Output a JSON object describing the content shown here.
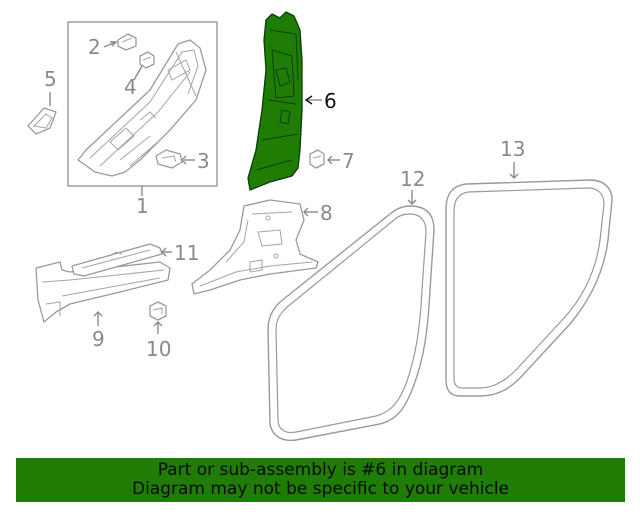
{
  "diagram": {
    "callouts": [
      "1",
      "2",
      "3",
      "4",
      "5",
      "6",
      "7",
      "8",
      "9",
      "10",
      "11",
      "12",
      "13"
    ],
    "highlighted_part": "6",
    "highlight_color": "#1f7d05",
    "line_color": "#9a9a9a"
  },
  "banner": {
    "line1": "Part or sub-assembly is #6 in diagram",
    "line2": "Diagram may not be specific to your vehicle",
    "background": "#1f7d05"
  }
}
